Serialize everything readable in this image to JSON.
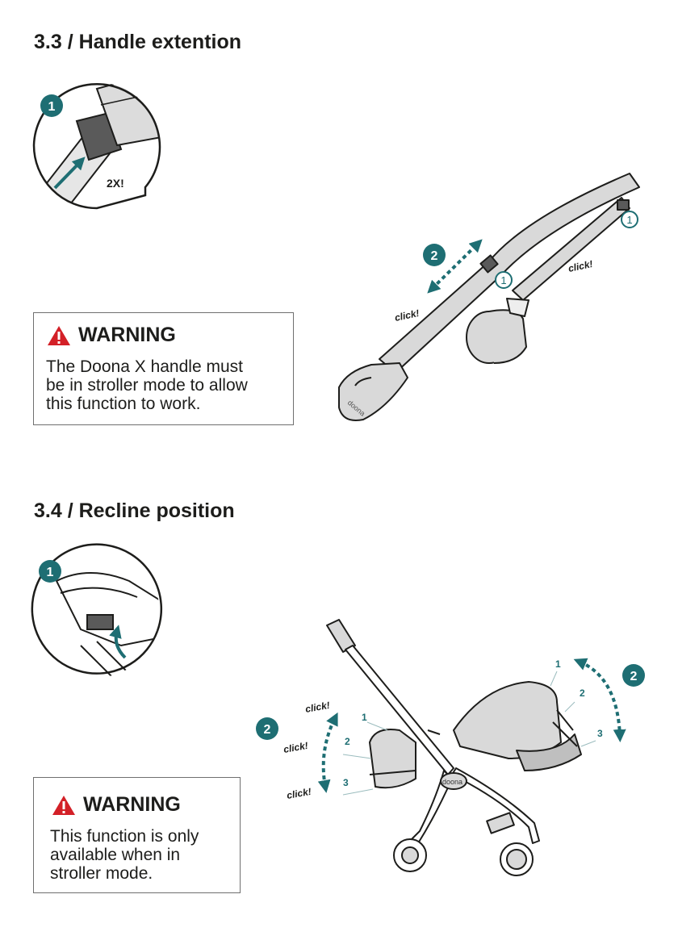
{
  "sections": [
    {
      "heading": "3.3 / Handle extention",
      "inset_step": "1",
      "inset_label": "2X!",
      "steps": [
        "2",
        "1",
        "1"
      ],
      "clicks": [
        "click!",
        "click!"
      ],
      "brand": "doona",
      "warning": {
        "title": "WARNING",
        "lines": [
          "The Doona X handle must",
          "be in stroller mode to allow",
          "this function to work."
        ]
      }
    },
    {
      "heading": "3.4 / Recline position",
      "inset_step": "1",
      "steps": [
        "2",
        "2"
      ],
      "positions_left": [
        "1",
        "2",
        "3"
      ],
      "positions_right": [
        "1",
        "2",
        "3"
      ],
      "clicks": [
        "click!",
        "click!",
        "click!"
      ],
      "brand": "doona",
      "warning": {
        "title": "WARNING",
        "lines": [
          "This function is only",
          "available when in",
          "stroller mode."
        ]
      }
    }
  ],
  "colors": {
    "teal": "#1e6e73",
    "warning_red": "#d32027",
    "line": "#1d1d1b",
    "fill": "#d9d9d9"
  }
}
